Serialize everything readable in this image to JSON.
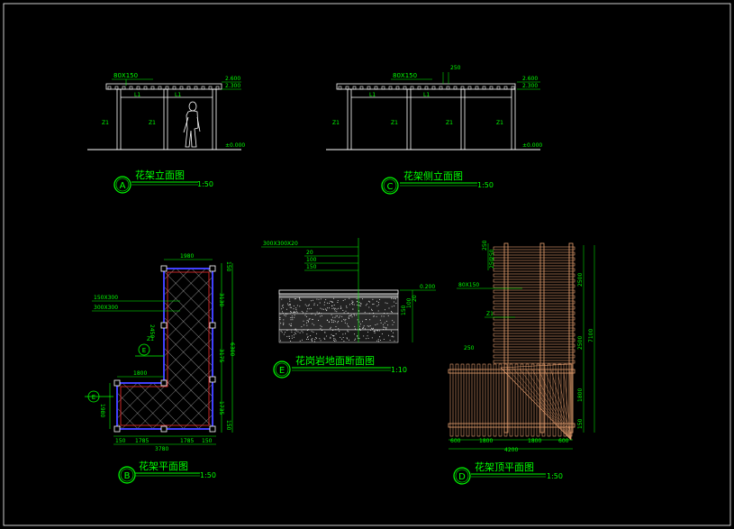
{
  "colors": {
    "line": "#FFFFFF",
    "green": "#00FF00",
    "timber": "#E8A070",
    "red": "#FF3030",
    "blue": "#4040FF",
    "cyan": "#00FFFF",
    "dim": "#00CC00"
  },
  "views": {
    "a": {
      "letter": "A",
      "title": "花架立面图",
      "scale": "1:50",
      "beam": "80X150",
      "top_elev": "2.600",
      "mid_elev": "2.300",
      "ground_elev": "±0.000",
      "column": "Z1",
      "lintel": "L1"
    },
    "c": {
      "letter": "C",
      "title": "花架侧立面图",
      "scale": "1:50",
      "beam": "80X150",
      "spacing": "250",
      "top_elev": "2.600",
      "mid_elev": "2.300",
      "ground_elev": "±0.000",
      "column": "Z1",
      "lintel": "L1"
    },
    "b": {
      "letter": "B",
      "title": "花架平面图",
      "scale": "1:50",
      "top_width": "1980",
      "label_1": "150X300",
      "label_2": "300X300",
      "dim_right_top": "3130",
      "dim_right_mid": "3175",
      "dim_right_bot": "1735",
      "dim_right_total": "6300",
      "dim_right_end1": "150",
      "dim_right_end2": "150",
      "dim_left": "1800",
      "dim_left_v": "1980",
      "dim_inner": "2450",
      "dim_bottom_1": "150",
      "dim_bottom_2": "1785",
      "dim_bottom_3": "1785",
      "dim_bottom_4": "150",
      "dim_bottom_total": "3780",
      "section_mark": "E",
      "column": "Z1"
    },
    "e": {
      "letter": "E",
      "title": "花岗岩地面断面图",
      "scale": "1:10",
      "layer_1": "300X300X20",
      "layer_2": "20",
      "layer_3": "100",
      "layer_4": "150",
      "elev": "0.200",
      "dim_1": "150",
      "dim_2": "100",
      "dim_3": "20"
    },
    "d": {
      "letter": "D",
      "title": "花架顶平面图",
      "scale": "1:50",
      "beam": "80X150",
      "column": "Z1",
      "spacing": "250",
      "dim_top_1": "250",
      "dim_top_2": "250",
      "dim_top_3": "250",
      "dim_r1": "2500",
      "dim_r2": "2500",
      "dim_r3": "1800",
      "dim_r4": "150",
      "dim_total_v": "7100",
      "dim_b1": "600",
      "dim_b2": "1800",
      "dim_b3": "1800",
      "dim_b4": "600",
      "dim_b_total": "4200"
    }
  }
}
